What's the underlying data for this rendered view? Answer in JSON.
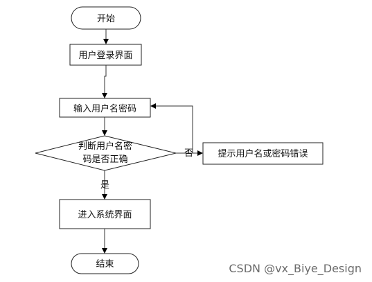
{
  "flowchart": {
    "start": "开始",
    "login": "用户登录界面",
    "input": "输入用户名密码",
    "decision_line1": "判断用户名密",
    "decision_line2": "码是否正确",
    "error": "提示用户名或密码错误",
    "enter": "进入系统界面",
    "end": "结束",
    "label_no": "否",
    "label_yes": "是"
  },
  "watermark": "CSDN @vx_Biye_Design",
  "colors": {
    "stroke": "#222222",
    "arrow": "#000000",
    "watermark": "#6b6b6b"
  }
}
